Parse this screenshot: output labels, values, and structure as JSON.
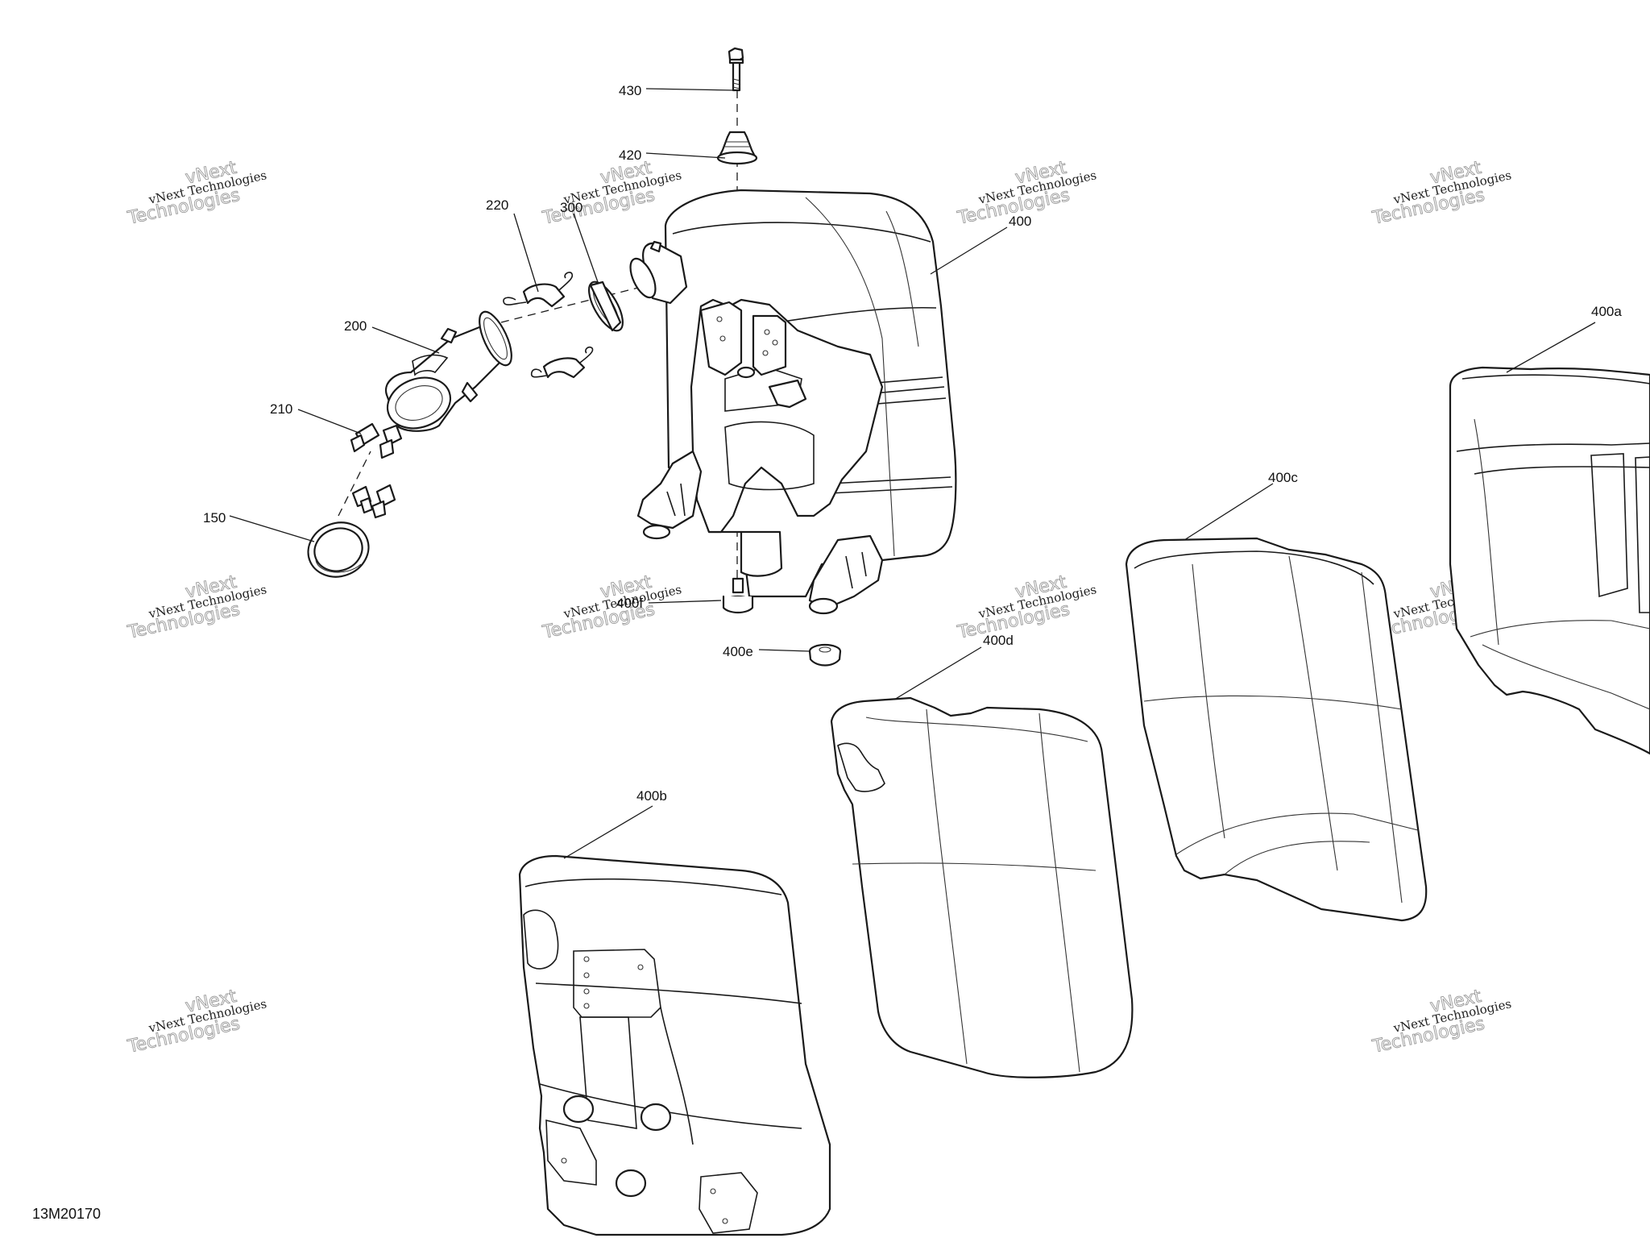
{
  "figure_id": "13M20170",
  "callouts": [
    {
      "id": "c430",
      "label": "430"
    },
    {
      "id": "c420",
      "label": "420"
    },
    {
      "id": "c220",
      "label": "220"
    },
    {
      "id": "c300",
      "label": "300"
    },
    {
      "id": "c400",
      "label": "400"
    },
    {
      "id": "c400a",
      "label": "400a"
    },
    {
      "id": "c200",
      "label": "200"
    },
    {
      "id": "c210",
      "label": "210"
    },
    {
      "id": "c150",
      "label": "150"
    },
    {
      "id": "c400c",
      "label": "400c"
    },
    {
      "id": "c400f",
      "label": "400f"
    },
    {
      "id": "c400e",
      "label": "400e"
    },
    {
      "id": "c400d",
      "label": "400d"
    },
    {
      "id": "c400b",
      "label": "400b"
    }
  ],
  "watermark": {
    "line1": "vNext Technologies",
    "line2": "vNext",
    "line3": "Technologies"
  }
}
